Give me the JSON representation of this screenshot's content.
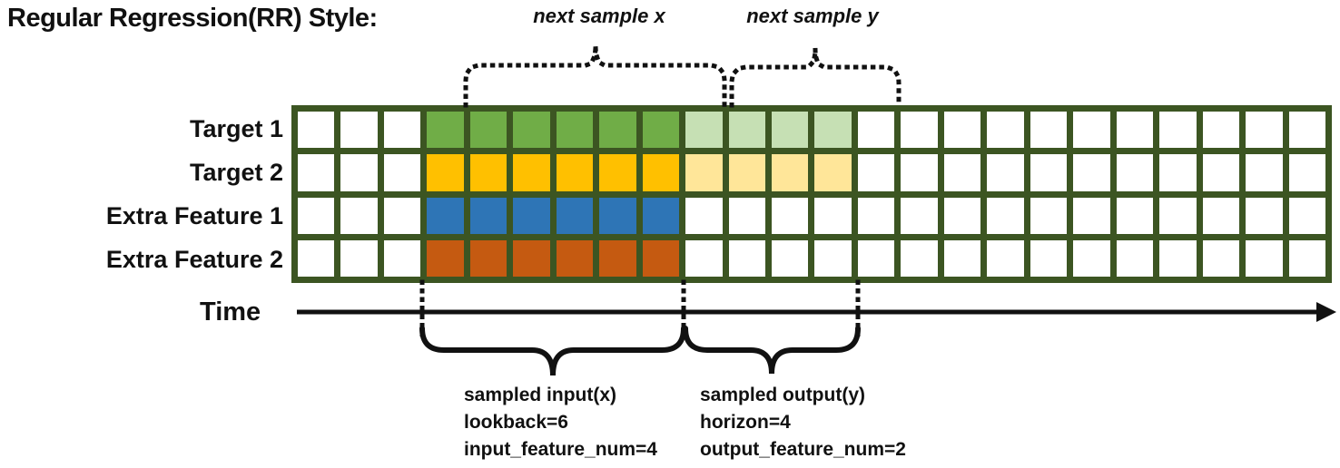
{
  "title": "Regular Regression(RR) Style:",
  "colors": {
    "grid_border": "#3C5522",
    "target1_input": "#70AD47",
    "target1_output": "#C6E0B4",
    "target2_input": "#FFC000",
    "target2_output": "#FFE699",
    "extra_feature1_input": "#2E75B6",
    "extra_feature2_input": "#C55A11",
    "annotation": "#111111"
  },
  "grid": {
    "columns": 24,
    "input_start_col": 3,
    "lookback": 6,
    "horizon": 4,
    "rows": [
      {
        "label": "Target 1",
        "input_color": "#70AD47",
        "output_color": "#C6E0B4"
      },
      {
        "label": "Target 2",
        "input_color": "#FFC000",
        "output_color": "#FFE699"
      },
      {
        "label": "Extra Feature 1",
        "input_color": "#2E75B6",
        "output_color": null
      },
      {
        "label": "Extra Feature 2",
        "input_color": "#C55A11",
        "output_color": null
      }
    ]
  },
  "top_annotations": [
    {
      "label": "next sample x"
    },
    {
      "label": "next sample y"
    }
  ],
  "time_axis": {
    "label": "Time"
  },
  "bottom_annotations": [
    {
      "line1": "sampled input(x)",
      "line2": "lookback=6",
      "line3": "input_feature_num=4"
    },
    {
      "line1": "sampled output(y)",
      "line2": "horizon=4",
      "line3": "output_feature_num=2"
    }
  ]
}
